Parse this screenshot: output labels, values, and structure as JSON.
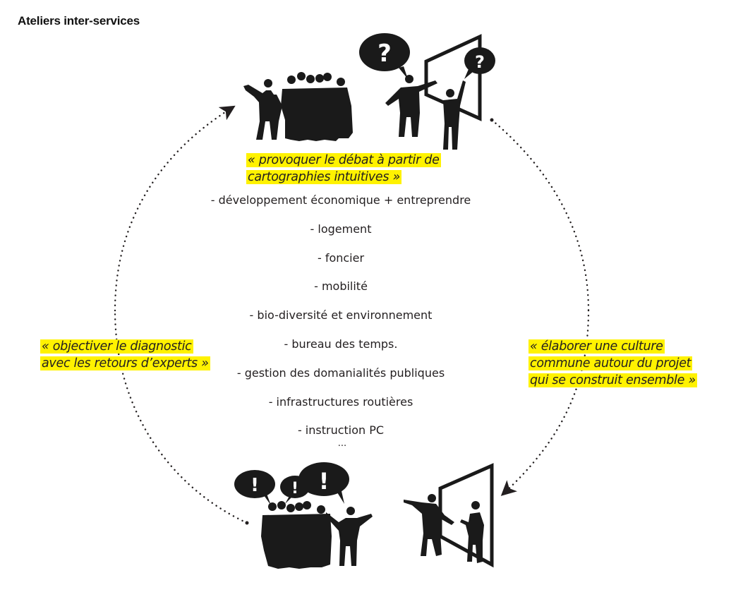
{
  "title": "Ateliers inter-services",
  "quotes": {
    "top": [
      "« provoquer le débat à partir de",
      "cartographies intuitives »"
    ],
    "left": [
      "« objectiver le diagnostic",
      "avec les retours d’experts »"
    ],
    "right": [
      "« élaborer une culture",
      "commune autour du projet",
      "qui se construit ensemble »"
    ]
  },
  "topics": [
    "- développement économique + entreprendre",
    "- logement",
    "- foncier",
    "- mobilité",
    "- bio-diversité et environnement",
    "- bureau des temps.",
    "- gestion des domanialités publiques",
    "- infrastructures routières",
    "- instruction PC"
  ],
  "topics_more": "...",
  "bubbles": {
    "top_question_1": "?",
    "top_question_2": "?",
    "bottom_exclaim_1": "!",
    "bottom_exclaim_2": "!",
    "bottom_exclaim_3": "!"
  },
  "colors": {
    "highlight": "#fff200",
    "ink": "#231f20",
    "silhouette": "#1a1a1a"
  }
}
